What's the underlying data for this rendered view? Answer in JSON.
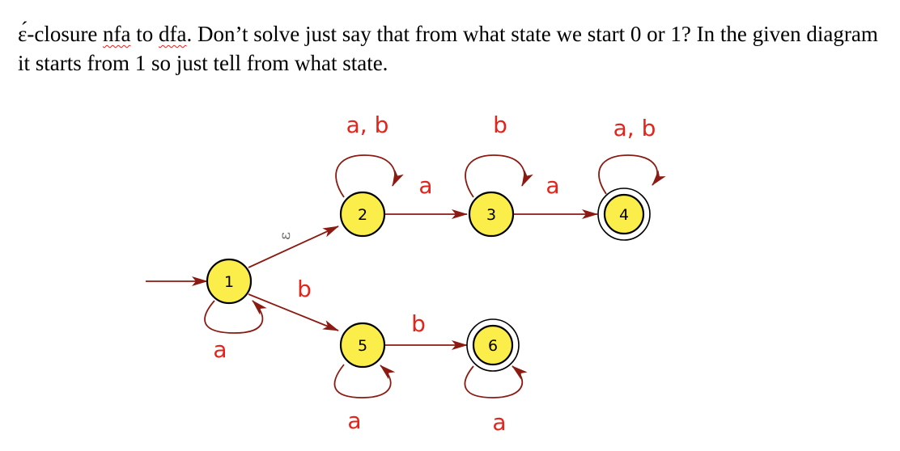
{
  "question": {
    "w1": "ɛ́-closure",
    "w2": "nfa",
    "w3": "to",
    "w4": "dfa",
    "w5": ". Don’t solve just say that from what state we start 0 or 1? In the given diagram it starts from 1 so just tell from what state."
  },
  "diagram": {
    "states": [
      {
        "id": "1",
        "label": "1",
        "accepting": false,
        "start": true
      },
      {
        "id": "2",
        "label": "2",
        "accepting": false
      },
      {
        "id": "3",
        "label": "3",
        "accepting": false
      },
      {
        "id": "4",
        "label": "4",
        "accepting": true
      },
      {
        "id": "5",
        "label": "5",
        "accepting": false
      },
      {
        "id": "6",
        "label": "6",
        "accepting": true
      }
    ],
    "transitions": [
      {
        "from": "1",
        "to": "1",
        "label": "a"
      },
      {
        "from": "1",
        "to": "2",
        "label": "ε"
      },
      {
        "from": "1",
        "to": "5",
        "label": "b"
      },
      {
        "from": "2",
        "to": "2",
        "label": "a, b"
      },
      {
        "from": "2",
        "to": "3",
        "label": "a"
      },
      {
        "from": "3",
        "to": "3",
        "label": "b"
      },
      {
        "from": "3",
        "to": "4",
        "label": "a"
      },
      {
        "from": "4",
        "to": "4",
        "label": "a, b"
      },
      {
        "from": "5",
        "to": "5",
        "label": "a"
      },
      {
        "from": "5",
        "to": "6",
        "label": "b"
      },
      {
        "from": "6",
        "to": "6",
        "label": "a"
      }
    ],
    "colors": {
      "state_fill": "#fbee4a",
      "edge": "#8b1a12",
      "label": "#e3241b"
    }
  }
}
